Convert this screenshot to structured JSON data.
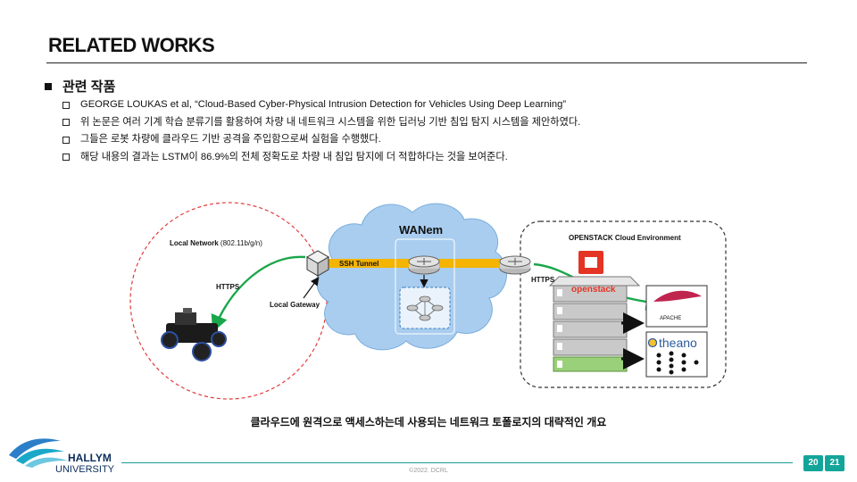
{
  "header": {
    "title": "RELATED WORKS"
  },
  "section": {
    "heading": "관련 작품"
  },
  "bullets": [
    "GEORGE LOUKAS et al, “Cloud-Based Cyber-Physical  Intrusion Detection  for Vehicles Using Deep Learning”",
    "위 논문은 여러 기계 학습 분류기를 활용하여 차량 내 네트워크 시스템을 위한 딥러닝 기반 침입 탐지 시스템을 제안하였다.",
    "그들은 로봇 차량에 클라우드 기반 공격을 주입함으로써 실험을 수행했다.",
    "해당 내용의 결과는 LSTM이 86.9%의 전체 정확도로 차량 내 침입 탐지에 더 적합하다는 것을 보여준다."
  ],
  "diagram": {
    "local_network_label": "Local Network",
    "local_network_suffix": "(802.11b/g/n)",
    "https_left": "HTTPS",
    "local_gateway": "Local Gateway",
    "ssh_tunnel": "SSH Tunnel",
    "wanem": "WANem",
    "https_right": "HTTPS",
    "openstack_env": "OPENSTACK Cloud Environment",
    "openstack_logo_text": "openstack",
    "apache_text": "APACHE",
    "theano_text": "theano"
  },
  "caption": "클라우드에 원격으로 액세스하는데 사용되는 네트워크 토폴로지의 대략적인 개요",
  "footer": {
    "university_line1": "HALLYM",
    "university_line2": "UNIVERSITY",
    "copyright": "©2022. DCRL",
    "page_current": "20",
    "page_total": "21"
  },
  "colors": {
    "accent": "#14a59a",
    "cloud": "#a9cdef",
    "tunnel": "#f4b400",
    "arrow_green": "#1aa64a",
    "local_dash": "#e23b3b"
  }
}
